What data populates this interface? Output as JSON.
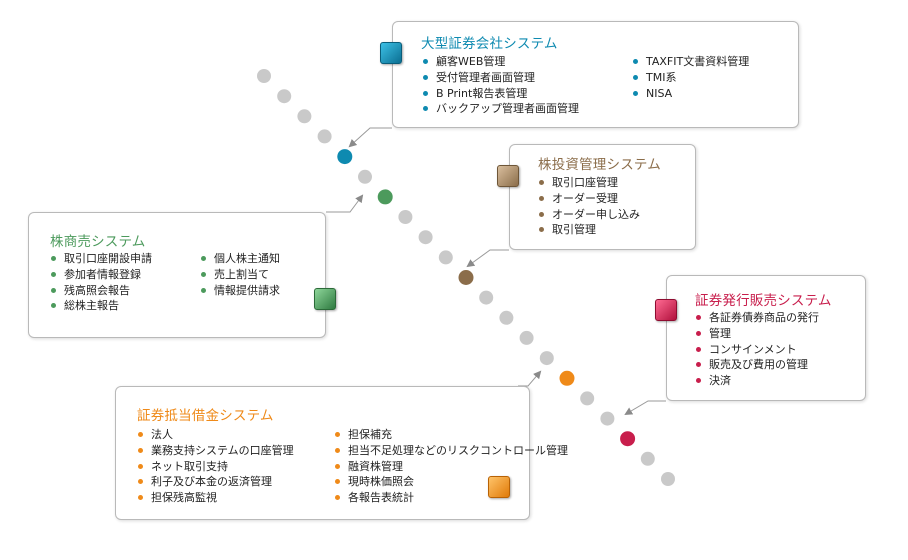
{
  "colors": {
    "teal": "#0e8ab0",
    "brown": "#8b6d4a",
    "green": "#4c9a5c",
    "crimson": "#c81e4c",
    "orange": "#ef8a19",
    "dot_gray": "#c9c9c9"
  },
  "boxes": {
    "securities": {
      "title": "大型証券会社システム",
      "col1": [
        "顧客WEB管理",
        "受付管理者画面管理",
        "B Print報告表管理",
        "バックアップ管理者画面管理"
      ],
      "col2": [
        "TAXFIT文書資料管理",
        "TMI系",
        "NISA"
      ]
    },
    "investment": {
      "title": "株投資管理システム",
      "items": [
        "取引口座管理",
        "オーダー受理",
        "オーダー申し込み",
        "取引管理"
      ]
    },
    "trading": {
      "title": "株商売システム",
      "col1": [
        "取引口座開設申請",
        "参加者情報登録",
        "残高照会報告",
        "総株主報告"
      ],
      "col2": [
        "個人株主通知",
        "売上割当て",
        "情報提供請求"
      ]
    },
    "issuance": {
      "title": "証券発行販売システム",
      "items": [
        "各証券債券商品の発行",
        "管理",
        "コンサインメント",
        "販売及び費用の管理",
        "決済"
      ]
    },
    "lending": {
      "title": "証券抵当借金システム",
      "col1": [
        "法人",
        "業務支持システムの口座管理",
        "ネット取引支持",
        "利子及び本金の返済管理",
        "担保残高監視"
      ],
      "col2": [
        "担保補充",
        "担当不足処理などのリスクコントロール管理",
        "融資株管理",
        "現時株価照会",
        "各報告表統計"
      ]
    }
  }
}
